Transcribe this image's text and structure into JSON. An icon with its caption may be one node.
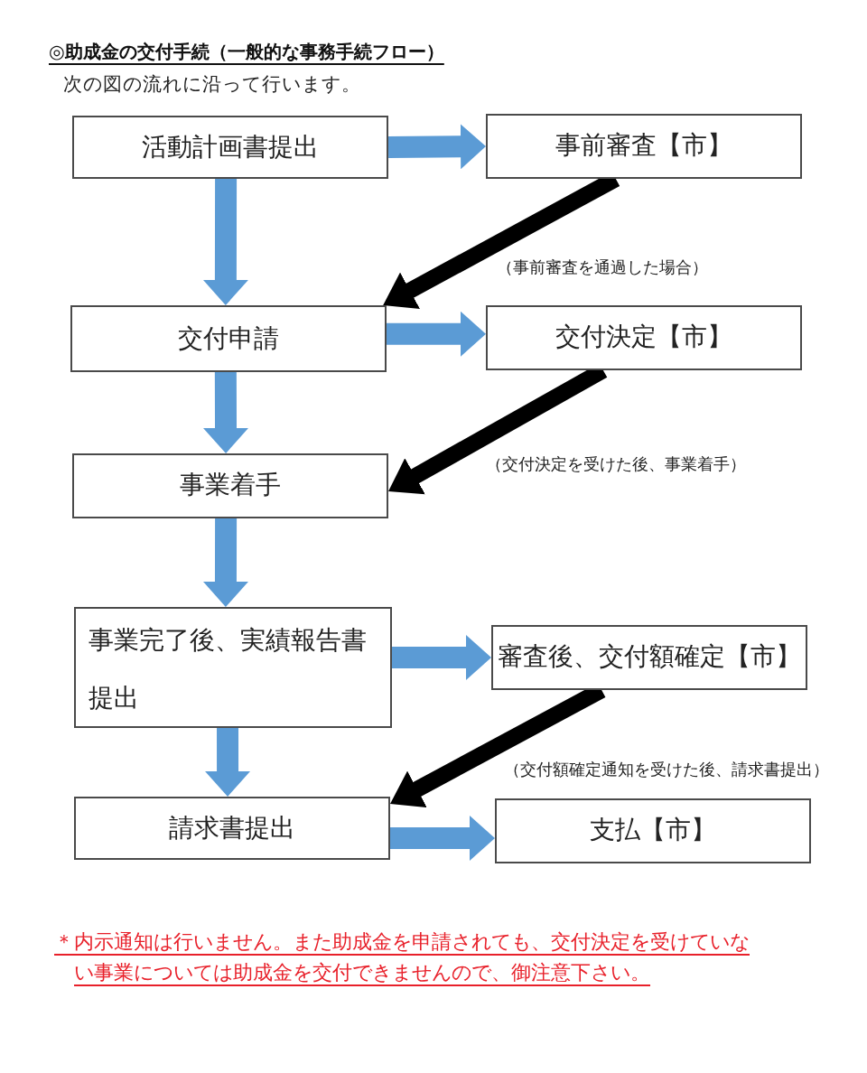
{
  "diagram": {
    "title": "◎助成金の交付手続（一般的な事務手続フロー）",
    "nodes": [
      {
        "text": [
          "活動計画書提出"
        ]
      },
      {
        "text": [
          "事前審査【市】"
        ]
      },
      {
        "text": [
          "交付申請"
        ]
      },
      {
        "text": [
          "交付決定【市】"
        ]
      },
      {
        "text": [
          "事業着手"
        ]
      },
      {
        "text": [
          "事業完了後、実績報告書提出"
        ]
      },
      {
        "text": [
          "審査後、交付額確定【市】"
        ]
      },
      {
        "text": [
          "請求書提出"
        ]
      },
      {
        "text": [
          "支払【市】"
        ]
      }
    ],
    "edges": [
      {
        "from": 0,
        "to": 1,
        "arrow": "to"
      },
      {
        "from": 1,
        "to": 2,
        "arrow": "to",
        "label": "（事前審査を通過した場合）",
        "color": "#000000"
      },
      {
        "from": 0,
        "to": 2,
        "arrow": "to"
      },
      {
        "from": 2,
        "to": 3,
        "arrow": "to"
      },
      {
        "from": 3,
        "to": 4,
        "arrow": "to",
        "label": "（交付決定を受けた後、事業着手）",
        "color": "#000000"
      },
      {
        "from": 2,
        "to": 4,
        "arrow": "to"
      },
      {
        "from": 4,
        "to": 5,
        "arrow": "to"
      },
      {
        "from": 5,
        "to": 6,
        "arrow": "to"
      },
      {
        "from": 6,
        "to": 7,
        "arrow": "to",
        "label": "（交付額確定通知を受けた後、請求書提出）",
        "color": "#000000"
      },
      {
        "from": 5,
        "to": 7,
        "arrow": "to"
      },
      {
        "from": 7,
        "to": 8,
        "arrow": "to"
      }
    ],
    "labels": [
      "次の図の流れに沿って行います。",
      "＊内示通知は行いません。また助成金を申請されても、交付決定を受けていない事業については助成金を交付できませんので、御注意下さい。"
    ]
  }
}
